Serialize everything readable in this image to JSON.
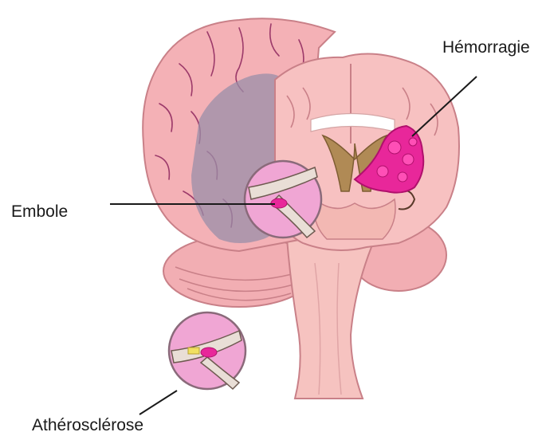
{
  "labels": {
    "hemorrhage": "Hémorragie",
    "embolus": "Embole",
    "atherosclerosis": "Athérosclérose"
  },
  "colors": {
    "brain_fill": "#f4b1b6",
    "brain_outline": "#c98088",
    "sulci": "#9c3a6a",
    "ischemic_zone": "#9a8fa8",
    "hemorrhage": "#e8279a",
    "inset_fill": "#f0a6d4",
    "ventricle": "#b08a55",
    "brainstem": "#f6c3c0"
  },
  "icons": {
    "embolus_inset": "magnified-vessel-with-clot",
    "atherosclerosis_inset": "magnified-vessel-with-plaque"
  }
}
